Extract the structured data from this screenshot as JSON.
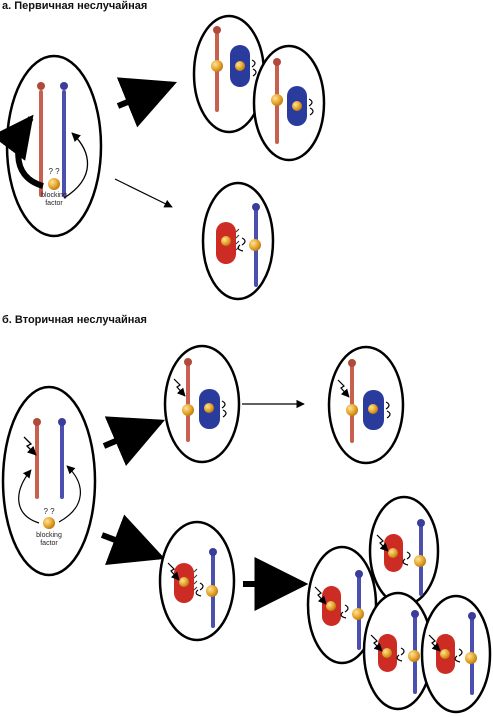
{
  "sections": {
    "a": {
      "heading": "а. Первичная неслучайная",
      "question": "? ?",
      "factor_line1": "blocking",
      "factor_line2": "factor"
    },
    "b": {
      "heading": "б. Вторичная неслучайная",
      "question": "? ?",
      "factor_line1": "blocking",
      "factor_line2": "factor"
    }
  },
  "colors": {
    "maternal": "#c8604f",
    "paternal": "#4b4fae",
    "xist_blue": "#2a3b9e",
    "xist_red": "#cc2c24",
    "factor": "#e6a52a",
    "outline": "#000000"
  }
}
